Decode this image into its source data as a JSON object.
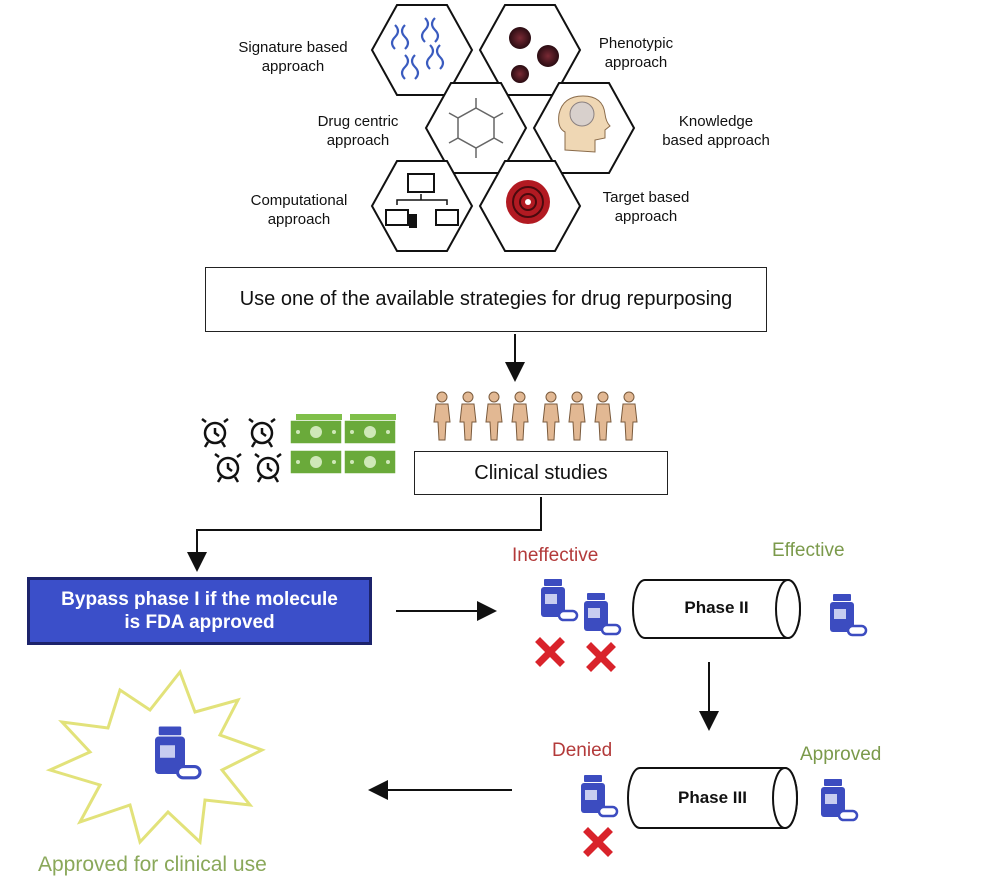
{
  "approaches": {
    "signature": "Signature based\napproach",
    "phenotypic": "Phenotypic\napproach",
    "drug_centric": "Drug centric\napproach",
    "knowledge": "Knowledge\nbased approach",
    "computational": "Computational\napproach",
    "target": "Target based\napproach"
  },
  "strategy_box": "Use one of the available strategies for drug repurposing",
  "clinical_studies": "Clinical studies",
  "bypass_box": "Bypass phase I if the molecule is FDA approved",
  "phase2": {
    "label": "Phase II",
    "ineffective": "Ineffective",
    "effective": "Effective"
  },
  "phase3": {
    "label": "Phase III",
    "denied": "Denied",
    "approved": "Approved"
  },
  "approved_clinical": "Approved for clinical use",
  "colors": {
    "bottle_blue": "#3c4cc0",
    "money_green": "#6aaa3a",
    "red_x": "#d9232b",
    "bypass_fill": "#3b4fc9",
    "burst_stroke": "#e2e27a",
    "people_fill": "#e2b893"
  }
}
